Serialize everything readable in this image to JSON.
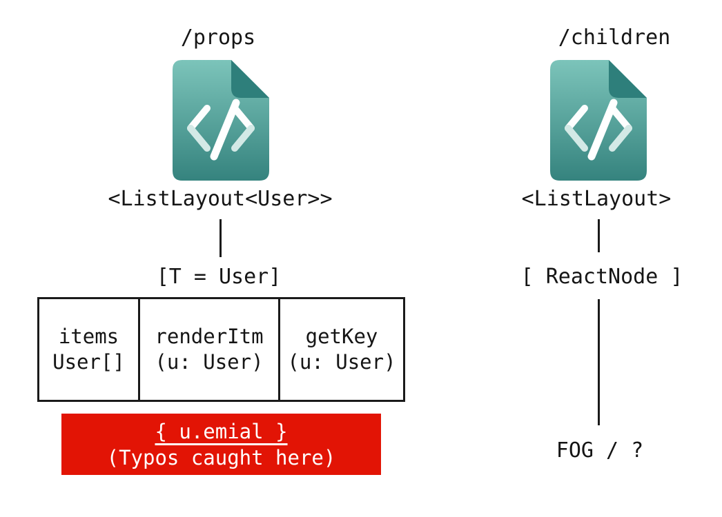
{
  "diagram": {
    "left_column": {
      "title": "/props",
      "icon": "code-file-icon",
      "component_signature": "<ListLayout<User>>",
      "type_binding": "[T = User]",
      "props_table": {
        "cells": [
          {
            "name": "items",
            "type": "User[]"
          },
          {
            "name": "renderItm",
            "type": "(u: User)"
          },
          {
            "name": "getKey",
            "type": "(u: User)"
          }
        ]
      },
      "error_box": {
        "code": "{ u.emial }",
        "caption": "(Typos caught here)"
      }
    },
    "right_column": {
      "title": "/children",
      "icon": "code-file-icon",
      "component_signature": "<ListLayout>",
      "type_binding": "[ ReactNode ]",
      "result": "FOG / ?"
    },
    "colors": {
      "icon_gradient_top": "#7cc4ba",
      "icon_gradient_bottom": "#35837e",
      "icon_fold": "#2e7f7b",
      "icon_bracket": "#d3e9e6",
      "icon_slash": "#ffffff",
      "error_background": "#e21405",
      "error_text": "#ffffff",
      "line_color": "#1a1a1a",
      "text_color": "#151515",
      "background": "#ffffff"
    }
  }
}
